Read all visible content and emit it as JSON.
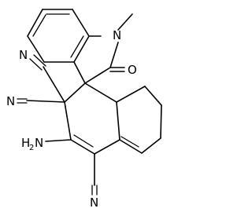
{
  "atom_labels": {
    "nitrogen": "N",
    "oxygen": "O",
    "nitrile_n_1": "N",
    "nitrile_n_2": "N",
    "nitrile_n_3": "N",
    "amine_h": "H",
    "amine_h_count": "2",
    "amine_n": "N"
  }
}
